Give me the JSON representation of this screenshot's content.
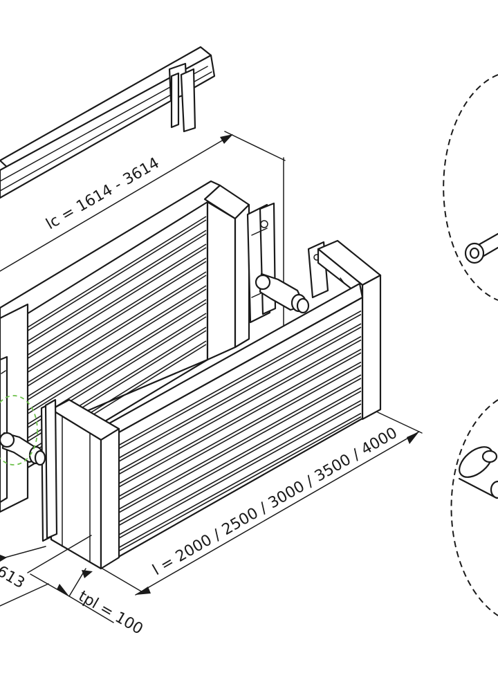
{
  "dimensions": {
    "lc": "lc = 1614 - 3614",
    "l": "l = 2000 / 2500 / 3000 / 3500 / 4000",
    "tpl": "tpl = 100",
    "partial": "613"
  },
  "colors": {
    "line": "#1a1a1a",
    "highlight_circle": "#6cc04a",
    "background": "#ffffff"
  },
  "icons": [
    "shaft-pin-icon",
    "shaft-pin-slotted-icon"
  ]
}
